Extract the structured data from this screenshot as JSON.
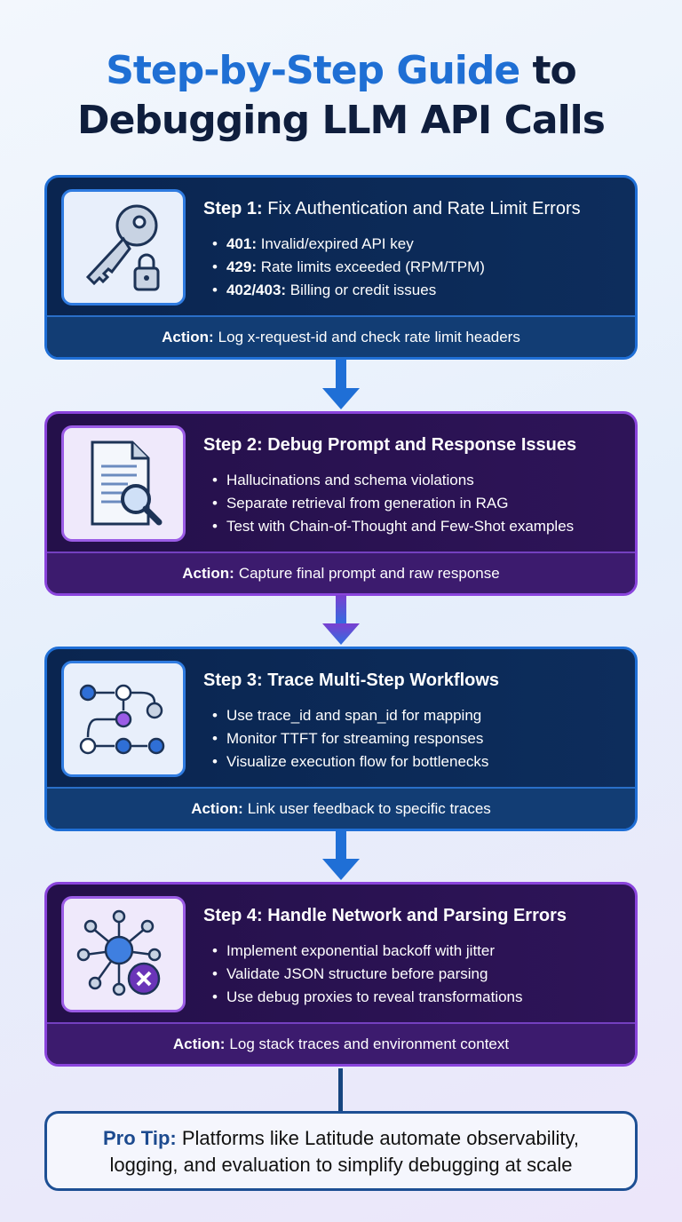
{
  "title": {
    "highlight": "Step-by-Step Guide",
    "rest": " to",
    "line2": "Debugging LLM API Calls"
  },
  "steps": [
    {
      "label": "Step 1:",
      "title": " Fix Authentication and Rate Limit Errors",
      "icon": "key-lock-icon",
      "theme": "blue",
      "bullets": [
        {
          "b": "401:",
          "t": " Invalid/expired API key"
        },
        {
          "b": "429:",
          "t": " Rate limits exceeded (RPM/TPM)"
        },
        {
          "b": "402/403:",
          "t": " Billing or credit issues"
        }
      ],
      "action_label": "Action:",
      "action": "Log x-request-id and check rate limit headers"
    },
    {
      "label": "Step 2: Debug Prompt and Response Issues",
      "title": "",
      "icon": "document-magnifier-icon",
      "theme": "purple",
      "bullets": [
        {
          "b": "",
          "t": "Hallucinations and schema violations"
        },
        {
          "b": "",
          "t": "Separate retrieval from generation in RAG"
        },
        {
          "b": "",
          "t": "Test with Chain-of-Thought and Few-Shot examples"
        }
      ],
      "action_label": "Action:",
      "action": "Capture final prompt and raw response"
    },
    {
      "label": "Step 3: Trace Multi-Step Workflows",
      "title": "",
      "icon": "workflow-icon",
      "theme": "blue",
      "bullets": [
        {
          "b": "",
          "t": "Use trace_id and span_id for mapping"
        },
        {
          "b": "",
          "t": "Monitor TTFT for streaming responses"
        },
        {
          "b": "",
          "t": "Visualize execution flow for bottlenecks"
        }
      ],
      "action_label": "Action:",
      "action": "Link user feedback to specific traces"
    },
    {
      "label": "Step 4: Handle Network and Parsing Errors",
      "title": "",
      "icon": "network-error-icon",
      "theme": "purple",
      "bullets": [
        {
          "b": "",
          "t": "Implement exponential backoff with jitter"
        },
        {
          "b": "",
          "t": "Validate JSON structure before parsing"
        },
        {
          "b": "",
          "t": "Use debug proxies to reveal transformations"
        }
      ],
      "action_label": "Action:",
      "action": "Log stack traces and environment context"
    }
  ],
  "tip": {
    "label": "Pro Tip:",
    "line1": " Platforms like Latitude automate observability,",
    "line2": "logging, and evaluation to simplify debugging at scale"
  },
  "colors": {
    "blue": "#1f6fd6",
    "purple": "#8a44dc",
    "navy": "#0f1e3d"
  }
}
